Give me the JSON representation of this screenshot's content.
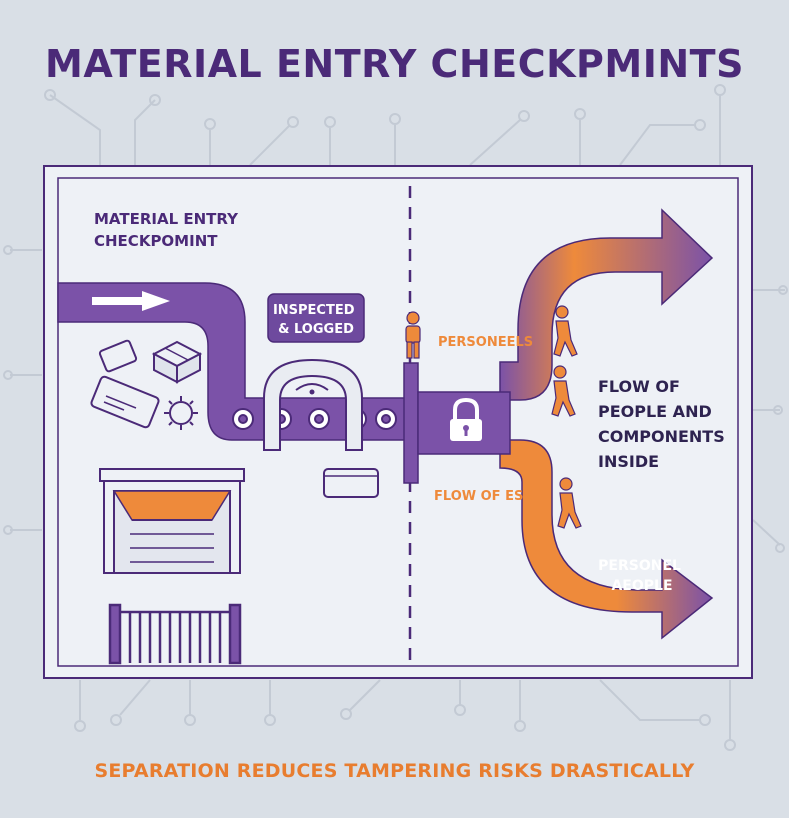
{
  "title": "MATERIAL ENTRY CHECKPMINTS",
  "entry_label": [
    "MATERIAL ENTRY",
    "CHECKPOMINT"
  ],
  "inspected_label": [
    "INSPECTED",
    "& LOGGED"
  ],
  "personnel_label": "PERSONEELS",
  "flow_ese_label": "FLOW OF ESE",
  "flow_inside_label": [
    "FLOW OF",
    "PEOPLE AND",
    "COMPONENTS",
    "INSIDE"
  ],
  "personel_people_label": [
    "PERSONEL",
    "AEOPLE"
  ],
  "footer": "SEPARATION REDUCES TAMPERING RISKS DRASTICALLY",
  "colors": {
    "purple": "#7b52a8",
    "dark_purple": "#4b2a78",
    "orange": "#ee8a3b",
    "background": "#d9dfe6",
    "panel": "#eef1f6"
  }
}
